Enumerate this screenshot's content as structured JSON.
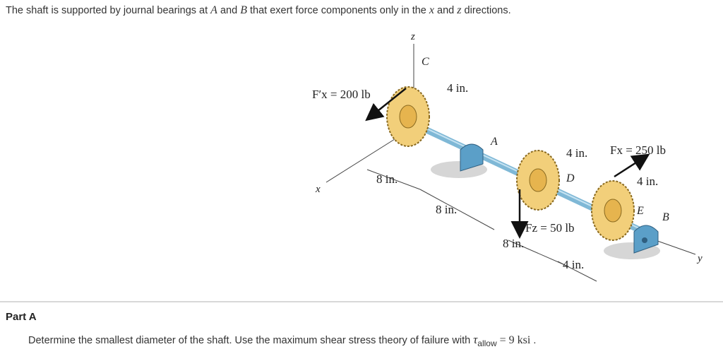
{
  "problem": {
    "text_before_A": "The shaft is supported by journal bearings at ",
    "A": "A",
    "text_and": " and ",
    "B": "B",
    "text_after_B": " that exert force components only in the ",
    "x": "x",
    "text_and2": " and ",
    "z": "z",
    "text_end": " directions."
  },
  "figure": {
    "axis_z": "z",
    "axis_x": "x",
    "axis_y": "y",
    "point_C": "C",
    "point_A": "A",
    "point_D": "D",
    "point_E": "E",
    "point_B": "B",
    "force_fx_prime": "F′x = 200 lb",
    "force_fz": "Fz = 50 lb",
    "force_fx": "Fx = 250 lb",
    "dim_c_4in": "4 in.",
    "dim_8in_1": "8 in.",
    "dim_8in_2": "8 in.",
    "dim_8in_3": "8 in.",
    "dim_d_4in": "4 in.",
    "dim_e_4in": "4 in.",
    "dim_b_4in": "4 in.",
    "colors": {
      "gear": "#f2cf7a",
      "gear_outline": "#8a6a20",
      "shaft": "#7fb8d6",
      "bearing": "#5b9fc8",
      "shadow": "#d6d6d6"
    }
  },
  "part": {
    "title": "Part A",
    "question_text": "Determine the smallest diameter of the shaft. Use the maximum shear stress theory of failure with ",
    "tau": "τ",
    "tau_sub": "allow",
    "equals": " = 9 ksi",
    "period": " ."
  }
}
